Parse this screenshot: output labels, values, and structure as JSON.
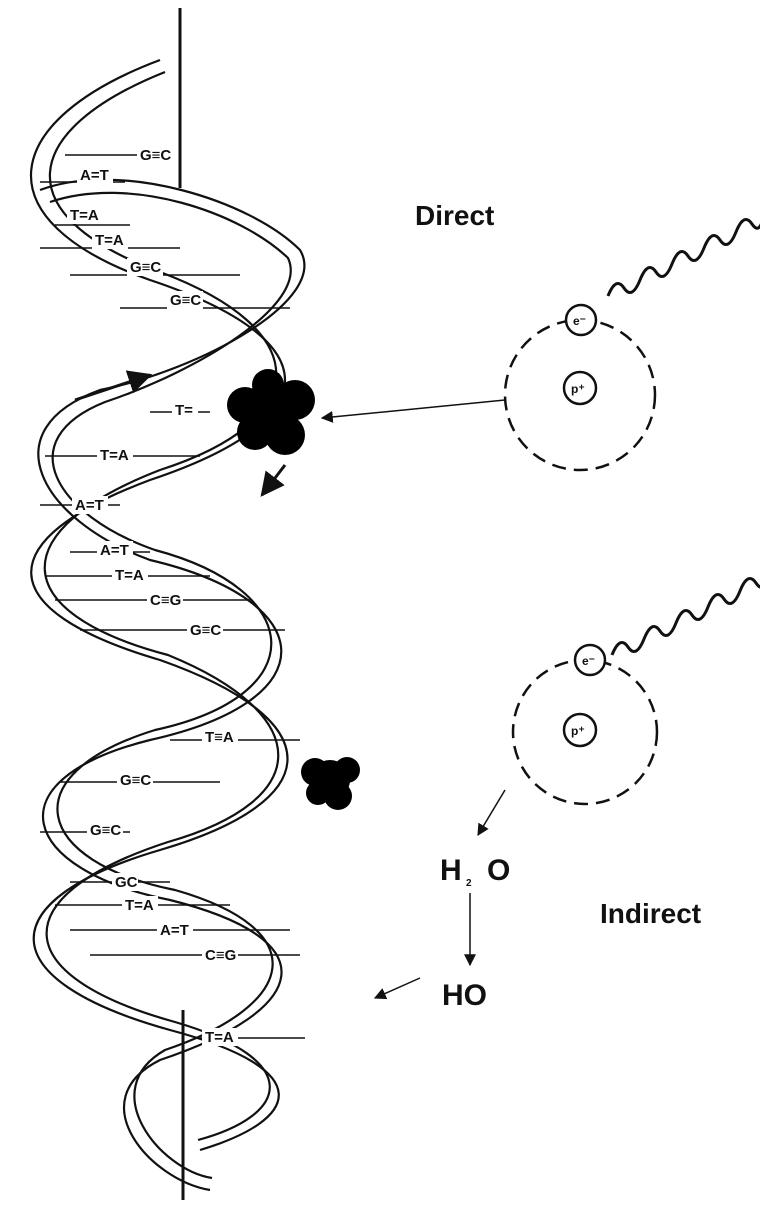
{
  "labels": {
    "direct": "Direct",
    "indirect": "Indirect",
    "water_h": "H",
    "water_sub": "2",
    "water_o": "O",
    "hydroxyl": "HO",
    "electron": "e⁻",
    "proton": "p⁺"
  },
  "base_pairs": [
    "G≡C",
    "A=T",
    "T=A",
    "T=A",
    "G≡C",
    "G≡C",
    "T=",
    "T=A",
    "A=T",
    "A=T",
    "T=A",
    "C≡G",
    "G≡C",
    "T≡A",
    "G≡C",
    "G≡C",
    "GC",
    "T=A",
    "A=T",
    "C≡G",
    "T=A"
  ]
}
